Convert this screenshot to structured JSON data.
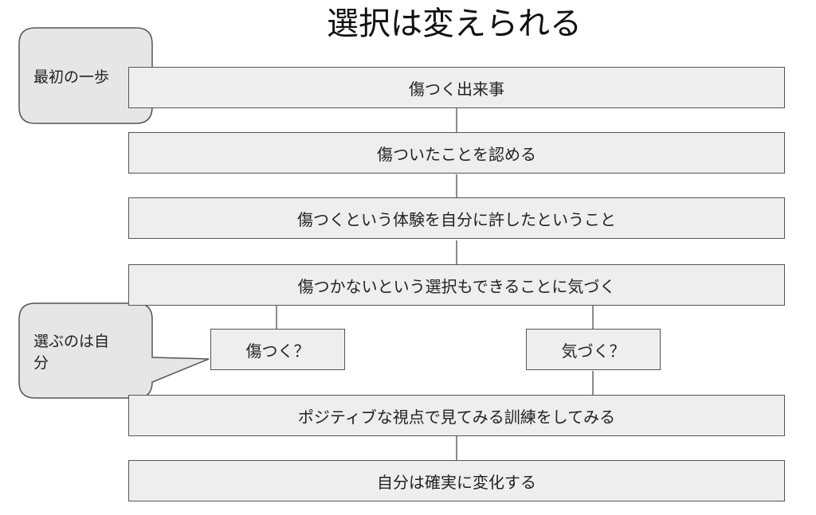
{
  "title": "選択は変えられる",
  "callouts": [
    {
      "label": "最初の一歩"
    },
    {
      "label_line1": "選ぶのは自",
      "label_line2": "分"
    }
  ],
  "steps": [
    "傷つく出来事",
    "傷ついたことを認める",
    "傷つくという体験を自分に許したということ",
    "傷つかないという選択もできることに気づく",
    "ポジティブな視点で見てみる訓練をしてみる",
    "自分は確実に変化する"
  ],
  "branches": {
    "left": "傷つく？",
    "right": "気づく？"
  },
  "colors": {
    "box_fill": "#eeeeee",
    "box_border": "#555555",
    "line": "#666666",
    "text": "#222222"
  }
}
